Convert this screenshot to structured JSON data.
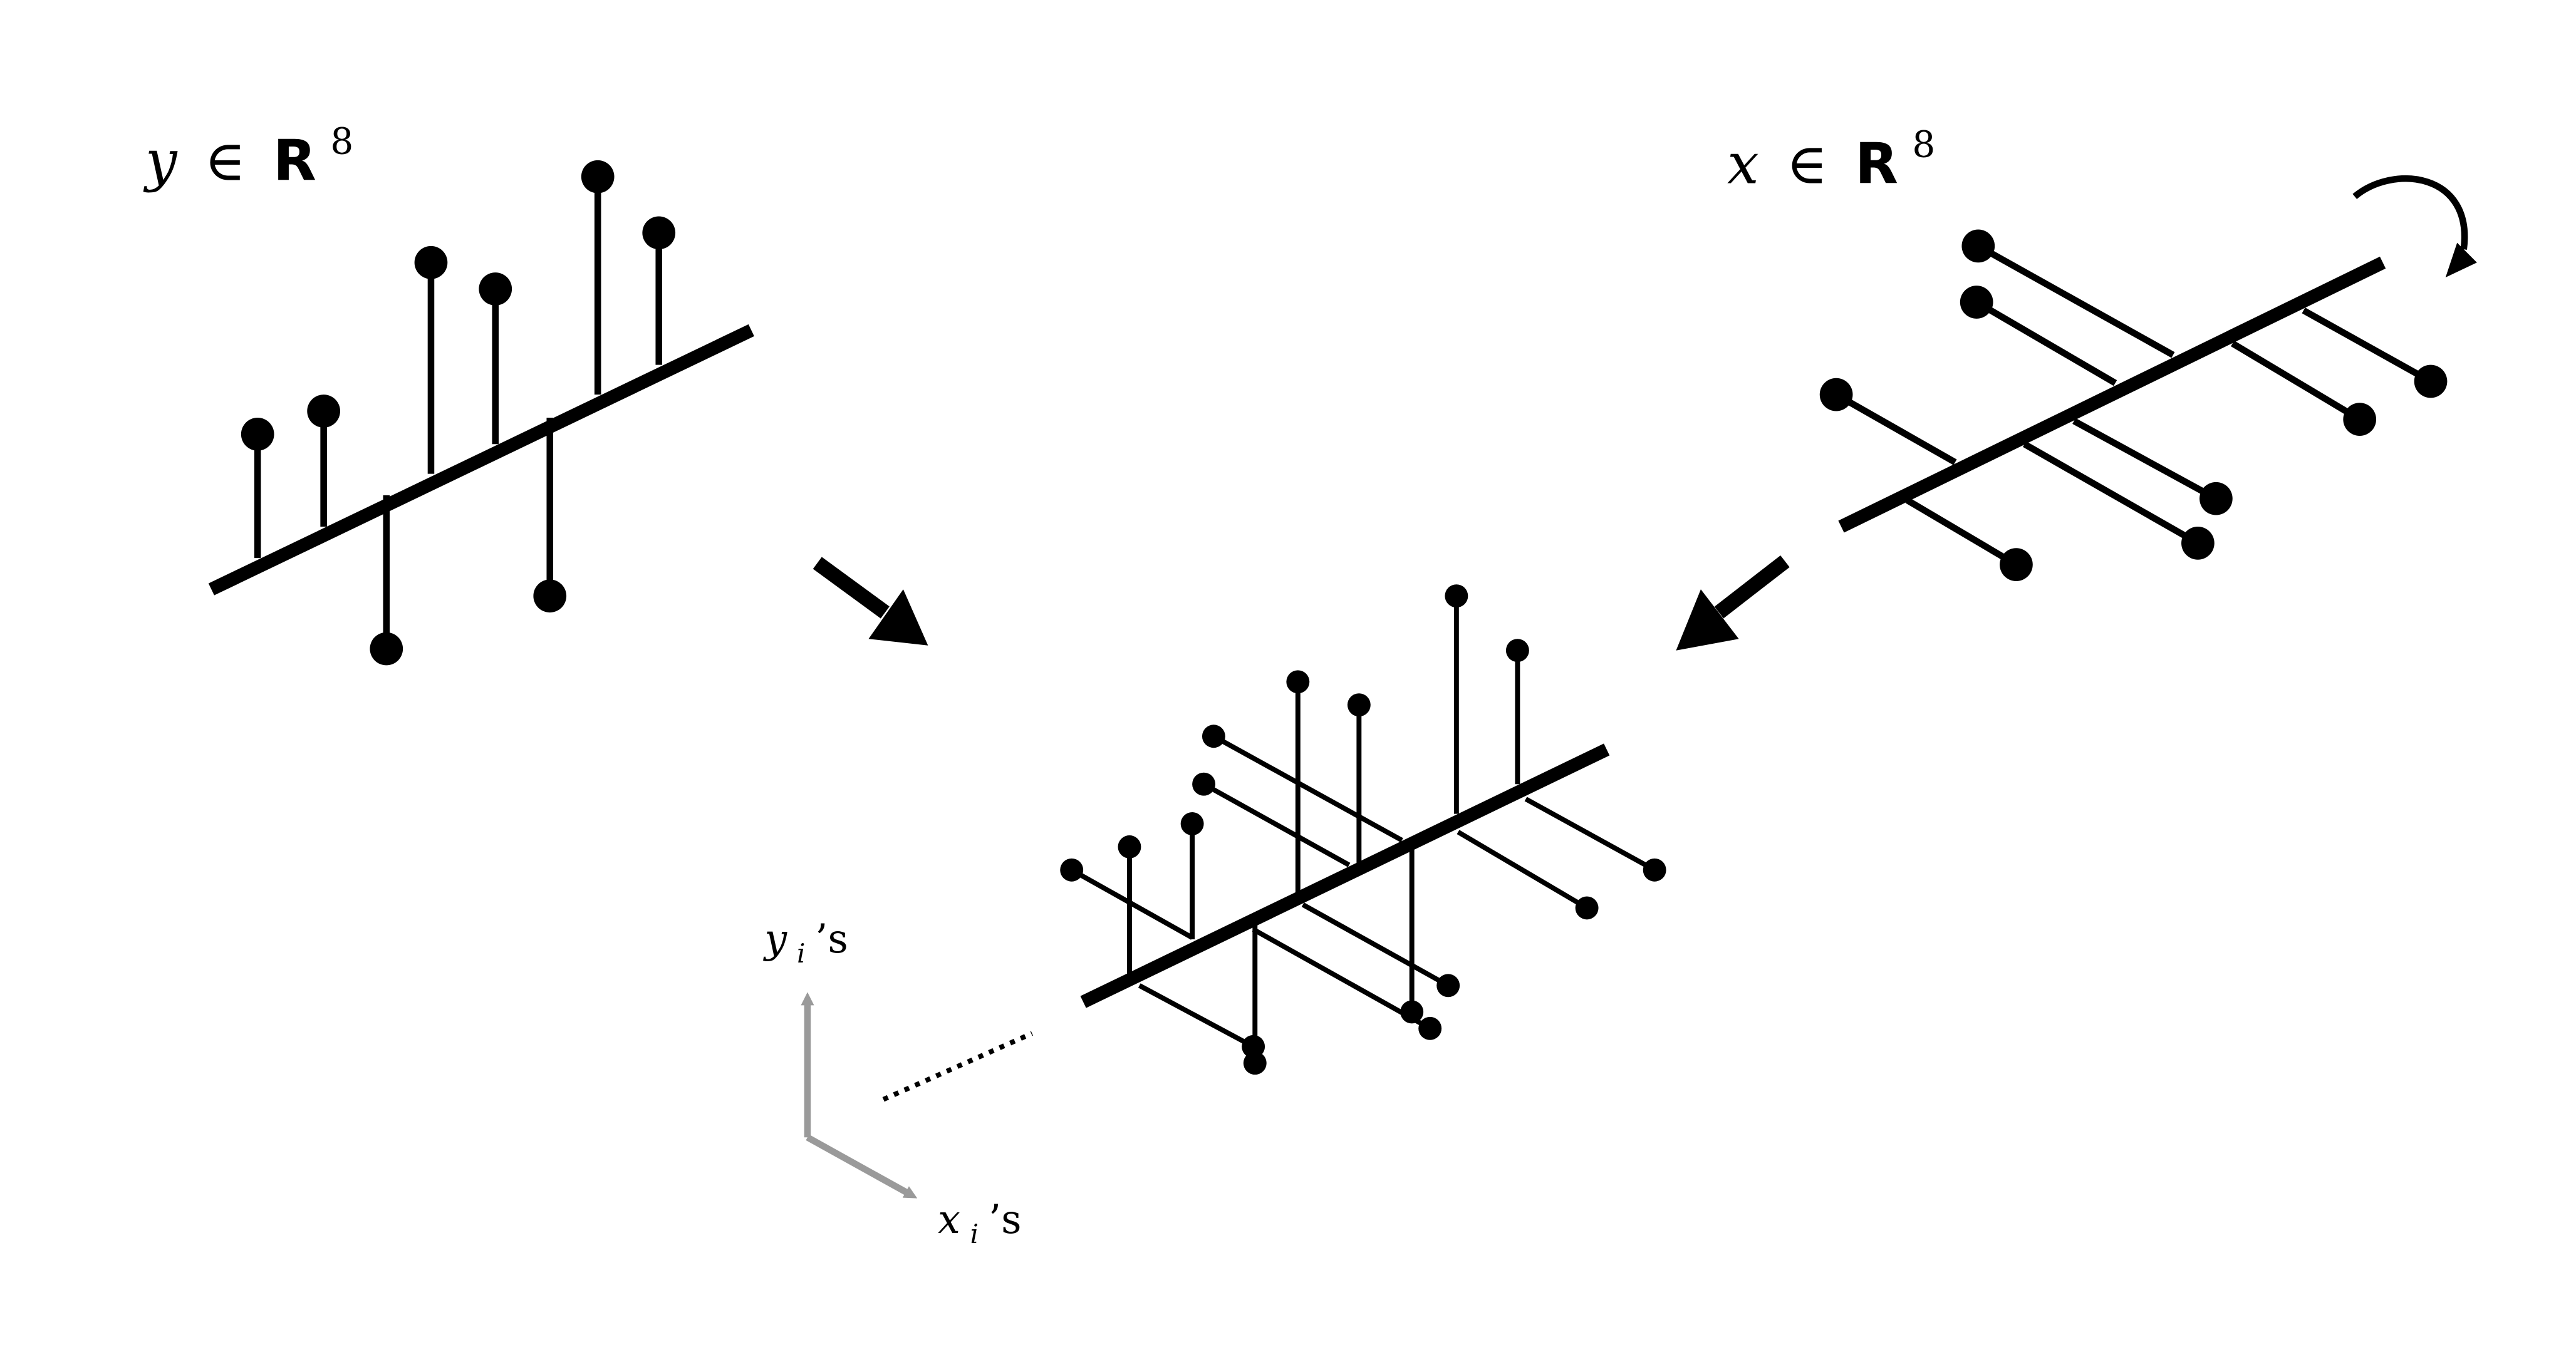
{
  "labels": {
    "y_signal": {
      "var": "y",
      "in": "∈",
      "space": "R",
      "dim": "8"
    },
    "x_signal": {
      "var": "x",
      "in": "∈",
      "space": "R",
      "dim": "8"
    },
    "axis_y": {
      "var": "y",
      "sub": "i",
      "suffix": "’s"
    },
    "axis_x": {
      "var": "x",
      "sub": "i",
      "suffix": "’s"
    }
  },
  "icons": {
    "rotate": "curved-rotate-arrow-icon",
    "merge_left": "merge-arrow-icon",
    "merge_right": "merge-arrow-icon"
  },
  "colors": {
    "ink": "#000000",
    "axes_gray": "#9a9a9a"
  }
}
